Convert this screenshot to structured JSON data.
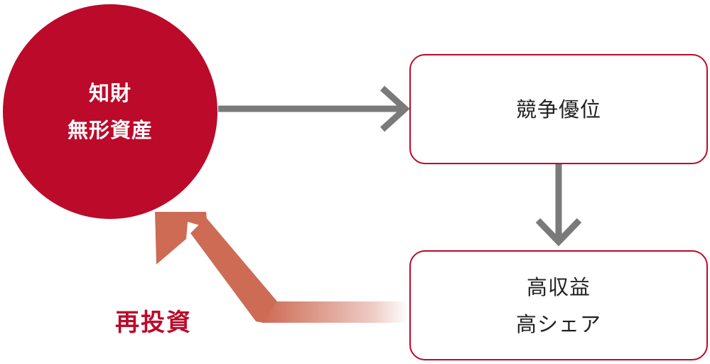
{
  "circle": {
    "line1": "知財",
    "line2": "無形資産",
    "color": "#bb0a2a"
  },
  "box_top": {
    "label": "競争優位"
  },
  "box_bottom": {
    "line1": "高収益",
    "line2": "高シェア"
  },
  "reinvest": {
    "label": "再投資",
    "color": "#bb0a2a",
    "arrow_color": "#cd6b55"
  },
  "connector_color": "#7a7a7a"
}
